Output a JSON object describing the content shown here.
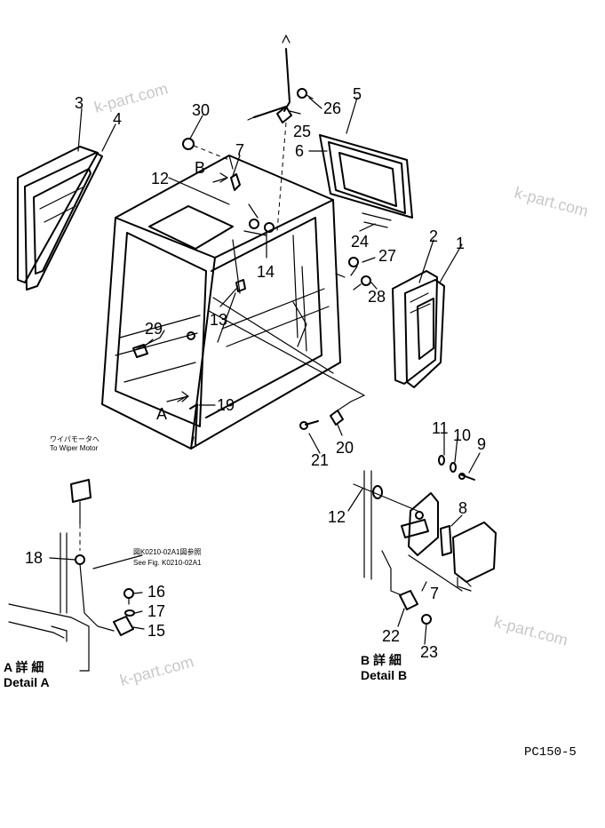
{
  "watermarks": [
    "k-part.com",
    "k-part.com",
    "k-part.com",
    "k-part.com"
  ],
  "callouts": {
    "n1": "1",
    "n2": "2",
    "n3": "3",
    "n4": "4",
    "n5": "5",
    "n6": "6",
    "n7": "7",
    "n7b": "7",
    "n8": "8",
    "n9": "9",
    "n10": "10",
    "n11": "11",
    "n12": "12",
    "n12b": "12",
    "n13": "13",
    "n14": "14",
    "n15": "15",
    "n16": "16",
    "n17": "17",
    "n18": "18",
    "n19": "19",
    "n20": "20",
    "n21": "21",
    "n22": "22",
    "n23": "23",
    "n24": "24",
    "n25": "25",
    "n26": "26",
    "n27": "27",
    "n28": "28",
    "n29": "29",
    "n30": "30"
  },
  "view_markers": {
    "a": "A",
    "b": "B"
  },
  "detail_a": {
    "jp": "A 詳 細",
    "en": "Detail A"
  },
  "detail_b": {
    "jp": "B 詳 細",
    "en": "Detail B"
  },
  "wiper_note": {
    "jp": "ワイパモータへ",
    "en": "To Wiper Motor"
  },
  "see_fig": {
    "jp": "図K0210-02A1図参照",
    "en": "See Fig. K0210-02A1"
  },
  "figure_code": "PC150-5"
}
